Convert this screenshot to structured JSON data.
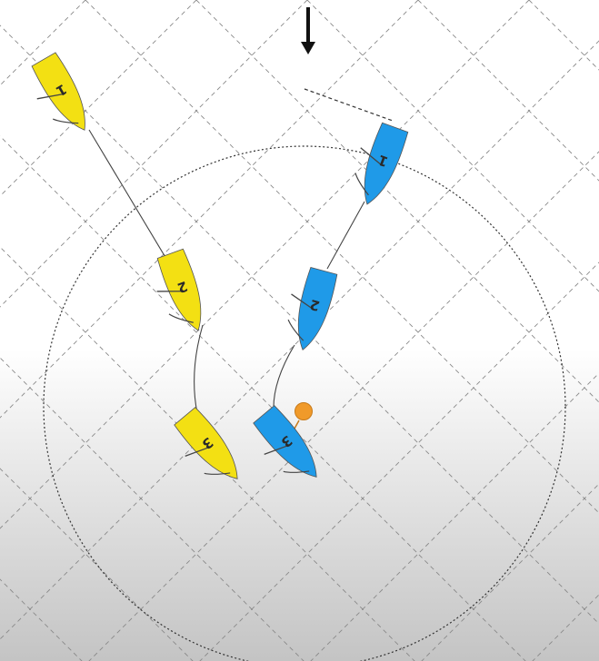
{
  "scene": {
    "wind_arrow_icon": "arrow-down",
    "colors": {
      "yellow_boat": "#f3e013",
      "blue_boat": "#1f9ae8",
      "mark": "#f09a2a",
      "grid": "#8a8a8a",
      "zone_circle": "#333333"
    },
    "yellow_boat": [
      {
        "label": "1"
      },
      {
        "label": "2"
      },
      {
        "label": "3"
      }
    ],
    "blue_boat": [
      {
        "label": "1"
      },
      {
        "label": "2"
      },
      {
        "label": "3"
      }
    ]
  }
}
